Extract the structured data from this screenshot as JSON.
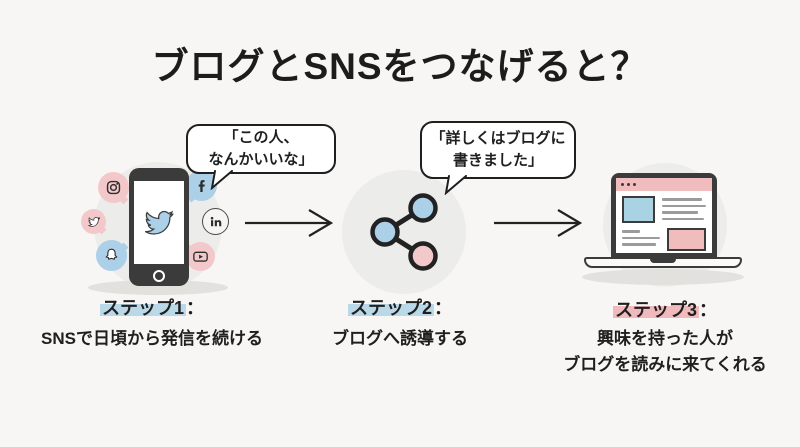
{
  "title": "ブログとSNSをつなげると？",
  "colors": {
    "background": "#f7f6f4",
    "text": "#1f1f1f",
    "sns_pink": "#f3c8ca",
    "sns_blue": "#abd0e8",
    "illustration_circle": "#ececea",
    "highlight_blue": "#b9d8e8",
    "highlight_pink": "#f0b9bc",
    "outline_dark": "#3b3b3b"
  },
  "steps": [
    {
      "bubble_lines": [
        "「この人、",
        "なんかいいな」"
      ],
      "label_highlight": "ステップ1",
      "label_colon": "：",
      "desc_lines": [
        "SNSで日頃から発信を続ける"
      ],
      "illustration": "smartphone-with-sns-icons",
      "icons": [
        "instagram-icon",
        "twitter-icon",
        "snapchat-icon",
        "facebook-icon",
        "linkedin-icon",
        "youtube-icon",
        "twitter-bird-on-screen"
      ]
    },
    {
      "bubble_lines": [
        "「詳しくはブログに",
        "書きました」"
      ],
      "label_highlight": "ステップ2",
      "label_colon": "：",
      "desc_lines": [
        "ブログへ誘導する"
      ],
      "illustration": "share-network-icon"
    },
    {
      "label_highlight": "ステップ3",
      "label_colon": "：",
      "desc_lines": [
        "興味を持った人が",
        "ブログを読みに来てくれる"
      ],
      "illustration": "laptop-with-blog-page"
    }
  ],
  "arrows": [
    "arrow-step1-to-step2",
    "arrow-step2-to-step3"
  ]
}
